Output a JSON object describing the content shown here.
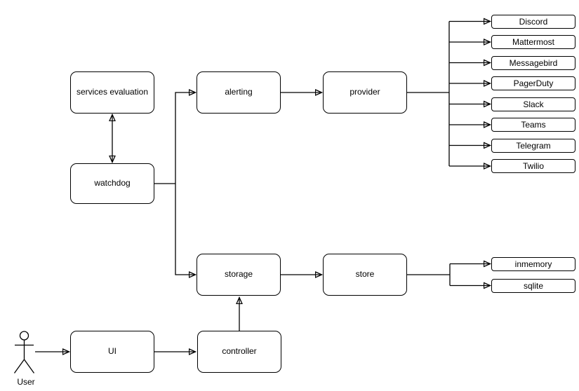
{
  "diagram": {
    "nodes": {
      "services_evaluation": "services evaluation",
      "watchdog": "watchdog",
      "alerting": "alerting",
      "provider": "provider",
      "storage": "storage",
      "store": "store",
      "ui": "UI",
      "controller": "controller"
    },
    "providers": [
      "Discord",
      "Mattermost",
      "Messagebird",
      "PagerDuty",
      "Slack",
      "Teams",
      "Telegram",
      "Twilio"
    ],
    "stores": [
      "inmemory",
      "sqlite"
    ],
    "actor": {
      "label": "User"
    },
    "edges": [
      {
        "from": "watchdog",
        "to": "services_evaluation",
        "style": "bidirectional"
      },
      {
        "from": "watchdog",
        "to": "alerting",
        "style": "arrow"
      },
      {
        "from": "watchdog",
        "to": "storage",
        "style": "arrow"
      },
      {
        "from": "alerting",
        "to": "provider",
        "style": "arrow"
      },
      {
        "from": "provider",
        "to": "Discord",
        "style": "arrow"
      },
      {
        "from": "provider",
        "to": "Mattermost",
        "style": "arrow"
      },
      {
        "from": "provider",
        "to": "Messagebird",
        "style": "arrow"
      },
      {
        "from": "provider",
        "to": "PagerDuty",
        "style": "arrow"
      },
      {
        "from": "provider",
        "to": "Slack",
        "style": "arrow"
      },
      {
        "from": "provider",
        "to": "Teams",
        "style": "arrow"
      },
      {
        "from": "provider",
        "to": "Telegram",
        "style": "arrow"
      },
      {
        "from": "provider",
        "to": "Twilio",
        "style": "arrow"
      },
      {
        "from": "storage",
        "to": "store",
        "style": "arrow"
      },
      {
        "from": "store",
        "to": "inmemory",
        "style": "arrow"
      },
      {
        "from": "store",
        "to": "sqlite",
        "style": "arrow"
      },
      {
        "from": "controller",
        "to": "storage",
        "style": "arrow"
      },
      {
        "from": "ui",
        "to": "controller",
        "style": "arrow"
      },
      {
        "from": "user",
        "to": "ui",
        "style": "arrow"
      }
    ],
    "colors": {
      "stroke": "#000000",
      "fill": "#ffffff",
      "text": "#000000"
    }
  }
}
